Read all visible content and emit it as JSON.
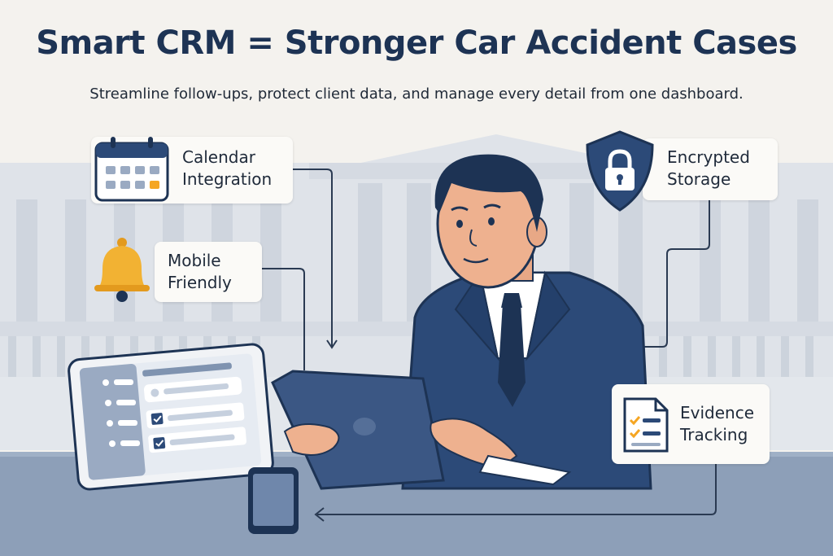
{
  "header": {
    "title": "Smart CRM = Stronger Car Accident Cases",
    "subtitle": "Streamline follow-ups, protect client data, and manage every detail from one dashboard."
  },
  "features": [
    {
      "id": "calendar",
      "label": "Calendar\nIntegration",
      "icon": "calendar-icon"
    },
    {
      "id": "mobile",
      "label": "Mobile\nFriendly",
      "icon": "bell-icon"
    },
    {
      "id": "storage",
      "label": "Encrypted\nStorage",
      "icon": "shield-lock-icon"
    },
    {
      "id": "evidence",
      "label": "Evidence\nTracking",
      "icon": "checklist-document-icon"
    }
  ],
  "colors": {
    "navy": "#1d3354",
    "suit": "#2c4a78",
    "bell": "#f2b233",
    "calendar_accent": "#f5a623",
    "background": "#f4f2ee",
    "building": "#dde2e8"
  }
}
